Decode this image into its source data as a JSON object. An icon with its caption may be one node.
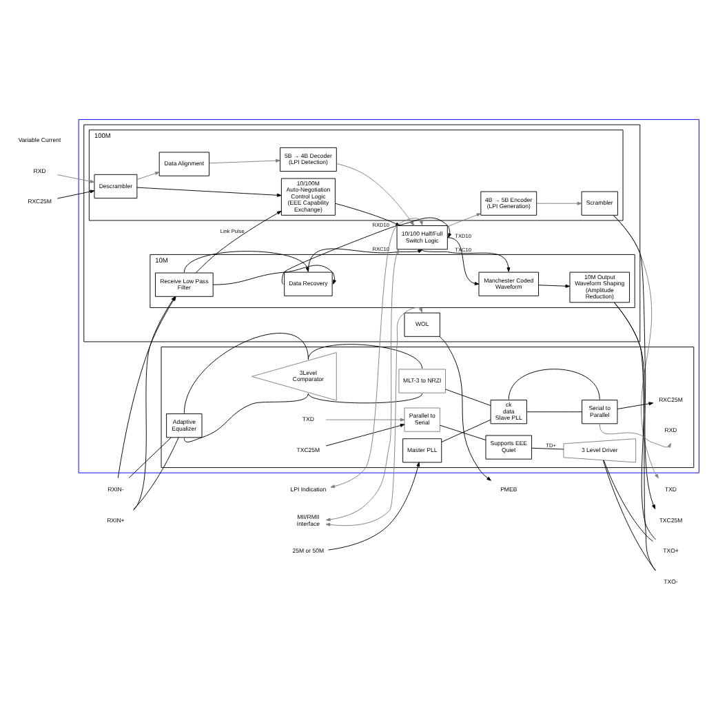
{
  "diagram": {
    "nodes": [
      {
        "text": [],
        "shape": "box"
      },
      {
        "text": [],
        "shape": "box",
        "in": 0
      },
      {
        "text": [
          "10/100 Half/Full Switch Logic"
        ],
        "in": 1
      },
      {
        "text": [
          "WOL"
        ],
        "in": 1
      },
      {
        "text": [
          "100M"
        ],
        "in": 1
      },
      {
        "text": [
          "5B → 4B Decoder (LPI Detection)"
        ],
        "in": 4
      },
      {
        "text": [
          "Data Alignment"
        ],
        "in": 4
      },
      {
        "text": [
          "Descrambler"
        ],
        "in": 4
      },
      {
        "text": [
          "4B → 5B Encoder (LPI Generation)"
        ],
        "in": 4
      },
      {
        "text": [
          "Scrambler"
        ],
        "in": 4
      },
      {
        "text": [
          "10/100M Auto-Negotiation Control Logic (EEE Capability Exchange)"
        ],
        "in": 4
      },
      {
        "text": [
          "10M"
        ],
        "in": 1
      },
      {
        "text": [
          "Manchester Coded Waveform"
        ],
        "in": 11
      },
      {
        "text": [
          "10M Output Waveform Shaping (Amplitude Reduction)"
        ],
        "in": 11
      },
      {
        "text": [
          "Data Recovery"
        ],
        "in": 11
      },
      {
        "text": [
          "Receive Low Pass Filter"
        ],
        "in": 11
      },
      {
        "text": [],
        "shape": "box",
        "in": 0
      },
      {
        "text": [
          "Parallel to Serial"
        ],
        "in": 16
      },
      {
        "text": [
          "Supports EEE Quiet"
        ],
        "in": 16
      },
      {
        "text": [
          "3 Level Driver"
        ],
        "in": 16
      },
      {
        "text": [
          "MLT-3 to NRZI"
        ],
        "in": 16
      },
      {
        "text": [
          "3Level Comparator"
        ],
        "in": 16
      },
      {
        "text": [
          "Adaptive Equalizer"
        ],
        "in": 16
      },
      {
        "text": [
          "Serial to Parallel"
        ],
        "in": 16
      },
      {
        "text": [
          "ck",
          "data",
          "Slave PLL"
        ],
        "in": 16
      },
      {
        "text": [
          "Master PLL"
        ],
        "in": 16
      },
      {
        "text": [
          "LPI Indication"
        ]
      },
      {
        "text": [
          "MII/RMII Interface"
        ]
      },
      {
        "text": [
          "PMEB"
        ]
      },
      {
        "text": [
          "RXD"
        ]
      },
      {
        "text": [
          "RXC25M"
        ]
      },
      {
        "text": [
          "TXD"
        ]
      },
      {
        "text": [
          "TXC25M"
        ]
      },
      {
        "text": [
          "TXD"
        ],
        "in": 16
      },
      {
        "text": [
          "TXC25M"
        ],
        "in": 16
      },
      {
        "text": [
          "RXD"
        ],
        "in": 16
      },
      {
        "text": [
          "RXC25M"
        ],
        "in": 16
      },
      {
        "text": [
          "TXO+"
        ]
      },
      {
        "text": [
          "TXO-"
        ]
      },
      {
        "text": [
          "RXIN+"
        ]
      },
      {
        "text": [
          "RXIN-"
        ]
      },
      {
        "text": [
          "25M or 50M"
        ]
      }
    ],
    "edges": [
      {
        "from": 26,
        "to": 2,
        "arrow": "both",
        "color": "#808080"
      },
      {
        "from": 27,
        "to": 2,
        "arrow": "both",
        "color": "#808080"
      },
      {
        "from": 27,
        "to": 3,
        "arrow": "both",
        "color": "#808080"
      },
      {
        "from": 3,
        "to": 28,
        "arrow": "to"
      },
      {
        "from": 5,
        "to": 2,
        "arrow": "to",
        "color": "#808080"
      },
      {
        "from": 6,
        "to": 5,
        "arrow": "to",
        "color": "#808080"
      },
      {
        "from": 7,
        "to": 6,
        "arrow": "to",
        "color": "#808080"
      },
      {
        "from": 29,
        "to": 7,
        "arrow": "to",
        "color": "#808080"
      },
      {
        "from": 30,
        "to": 7,
        "arrow": "to"
      },
      {
        "from": 2,
        "to": 8,
        "arrow": "to",
        "color": "#808080"
      },
      {
        "from": 8,
        "to": 9,
        "arrow": "to",
        "color": "#808080"
      },
      {
        "from": 9,
        "to": 31,
        "arrow": "to",
        "color": "#808080"
      },
      {
        "from": 9,
        "to": 32,
        "arrow": "to"
      },
      {
        "from": 7,
        "to": 10,
        "arrow": "to"
      },
      {
        "from": 10,
        "to": 2,
        "arrow": "to"
      },
      {
        "from": 15,
        "to": 10,
        "arrow": "to",
        "label": "Link Pulse"
      },
      {
        "from": 2,
        "to": 12,
        "arrow": "to",
        "label": "TXC10"
      },
      {
        "from": 2,
        "to": 12,
        "arrow": "to",
        "label": "TXD10"
      },
      {
        "from": 12,
        "to": 13,
        "arrow": "to"
      },
      {
        "from": 14,
        "to": 2,
        "arrow": "to",
        "label": "RXC10"
      },
      {
        "from": 14,
        "to": 2,
        "arrow": "to",
        "label": "RXD10"
      },
      {
        "from": 15,
        "to": 14,
        "arrow": "to"
      },
      {
        "from": 15,
        "to": 14,
        "arrow": "to"
      },
      {
        "from": 13,
        "to": 37,
        "arrow": "none"
      },
      {
        "from": 13,
        "to": 38,
        "arrow": "none"
      },
      {
        "from": 39,
        "to": 15,
        "arrow": "to"
      },
      {
        "from": 40,
        "to": 15,
        "arrow": "to"
      },
      {
        "from": 33,
        "to": 17,
        "arrow": "to",
        "color": "#808080"
      },
      {
        "from": 34,
        "to": 17,
        "arrow": "to"
      },
      {
        "from": 17,
        "to": 18,
        "arrow": "none"
      },
      {
        "from": 18,
        "to": 19,
        "arrow": "none",
        "label": "TD+"
      },
      {
        "from": 19,
        "to": 37,
        "arrow": "none"
      },
      {
        "from": 19,
        "to": 38,
        "arrow": "none"
      },
      {
        "from": 39,
        "to": 22,
        "arrow": "none"
      },
      {
        "from": 40,
        "to": 22,
        "arrow": "none"
      },
      {
        "from": 22,
        "to": 21,
        "arrow": "none"
      },
      {
        "from": 22,
        "to": 21,
        "arrow": "none"
      },
      {
        "from": 21,
        "to": 20,
        "arrow": "none"
      },
      {
        "from": 21,
        "to": 20,
        "arrow": "none"
      },
      {
        "from": 20,
        "to": 24,
        "arrow": "none"
      },
      {
        "from": 24,
        "to": 23,
        "arrow": "none"
      },
      {
        "from": 24,
        "to": 23,
        "arrow": "none"
      },
      {
        "from": 23,
        "to": 35,
        "arrow": "to",
        "color": "#808080"
      },
      {
        "from": 23,
        "to": 36,
        "arrow": "to"
      },
      {
        "from": 25,
        "to": 24,
        "arrow": "none"
      },
      {
        "from": 41,
        "to": 25,
        "arrow": "to"
      }
    ],
    "labels": [
      "Variable Current"
    ]
  }
}
